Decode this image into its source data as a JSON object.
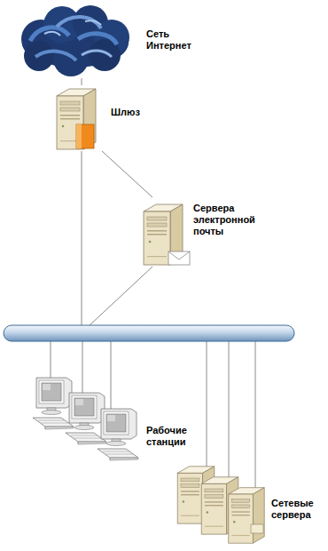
{
  "diagram": {
    "nodes": [
      {
        "text": [
          "Сеть Интернет"
        ]
      },
      {
        "text": [
          "Шлюз"
        ]
      },
      {
        "text": [
          "Сервера электронной почты"
        ]
      },
      {
        "text": [
          "Рабочие станции"
        ]
      },
      {
        "text": [
          "Сетевые сервера"
        ]
      }
    ],
    "edges": [
      {
        "from": 0,
        "to": 1,
        "arrow": "none"
      },
      {
        "from": 1,
        "to": 2,
        "arrow": "none"
      }
    ]
  }
}
